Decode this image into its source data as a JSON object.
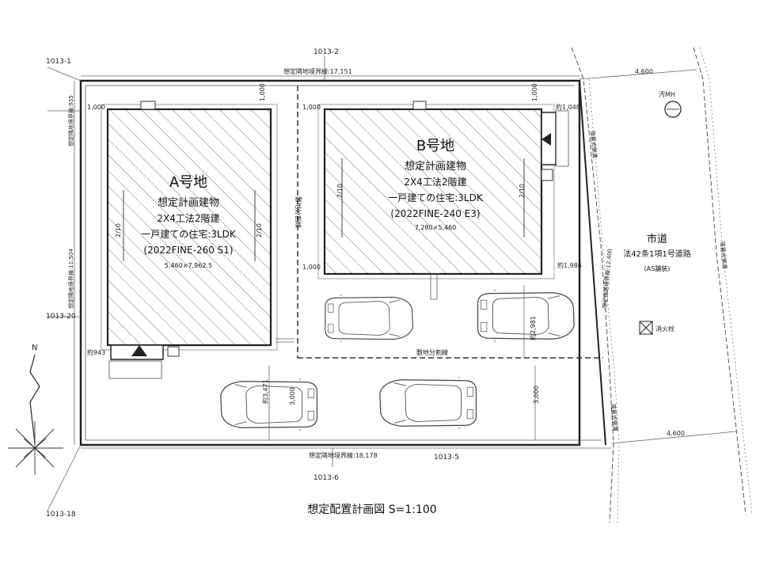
{
  "parcels": {
    "top_left": "1013-1",
    "top": "1013-2",
    "left_mid": "1013-20",
    "bottom_left": "1013-18",
    "bottom": "1013-6",
    "bottom_mid": "1013-5"
  },
  "boundaries": {
    "top": "想定隣地境界線:17,151",
    "bottom": "想定隣地境界線:18,178",
    "left_short": "想定隣地境界線:935",
    "left_long": "想定隣地境界線:11,504",
    "road_side": "想定道路境界線:12,400"
  },
  "dims": {
    "d1000": "1,000",
    "a_size": "5,460×7,962.5",
    "b_size": "7,280×5,460",
    "approx_1048": "約1,048",
    "approx_1986": "約1,986",
    "approx_943": "約943",
    "approx_2981": "約2,981",
    "approx_3471": "約3,471",
    "d3000": "3,000",
    "road_w": "4,600",
    "slope": "2/10"
  },
  "lot_a": {
    "name": "A号地",
    "line1": "想定計画建物",
    "line2": "2X4工法2階建",
    "line3": "一戸建ての住宅:3LDK",
    "line4": "(2022FINE-260 S1)"
  },
  "lot_b": {
    "name": "B号地",
    "line1": "想定計画建物",
    "line2": "2X4工法2階建",
    "line3": "一戸建ての住宅:3LDK",
    "line4": "(2022FINE-240 E3)"
  },
  "labels": {
    "split_v": "敷地分割線",
    "split_h": "敷地分割線",
    "gutter": "落蓋式側溝",
    "manhole": "汚MH",
    "hydrant": "消火栓",
    "north": "N"
  },
  "road": {
    "name": "市道",
    "law": "法42条1項1号道路",
    "paving": "(AS舗装)"
  },
  "title": "想定配置計画図 S=1:100"
}
